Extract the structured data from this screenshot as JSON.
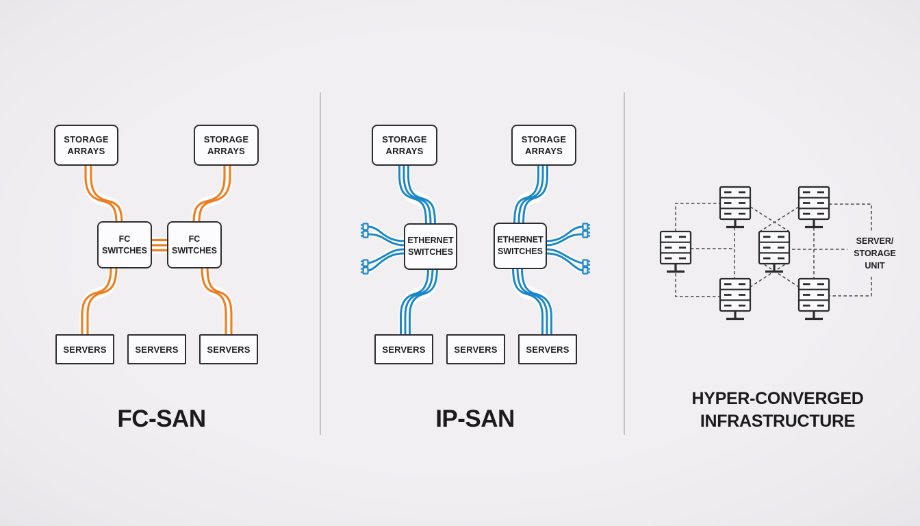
{
  "background": "#f0eef1",
  "divider_color": "#c6c4c8",
  "fc_san": {
    "title": "FC-SAN",
    "color": "#ee7e20",
    "storage_arrays": [
      "STORAGE ARRAYS",
      "STORAGE ARRAYS"
    ],
    "switches": [
      "FC SWITCHES",
      "FC SWITCHES"
    ],
    "servers": [
      "SERVERS",
      "SERVERS",
      "SERVERS"
    ]
  },
  "ip_san": {
    "title": "IP-SAN",
    "color": "#1b87c9",
    "storage_arrays": [
      "STORAGE ARRAYS",
      "STORAGE ARRAYS"
    ],
    "switches": [
      "ETHERNET SWITCHES",
      "ETHERNET SWITCHES"
    ],
    "servers": [
      "SERVERS",
      "SERVERS",
      "SERVERS"
    ]
  },
  "hci": {
    "title": "HYPER-CONVERGED INFRASTRUCTURE",
    "unit_label": "SERVER/ STORAGE UNIT",
    "unit_count": 6,
    "mesh_color": "#474747",
    "icon_stroke": "#2b2b2b"
  },
  "icons": {
    "server_storage_unit": "rack-server-icon",
    "ethernet_plug": "ethernet-connector-icon"
  }
}
